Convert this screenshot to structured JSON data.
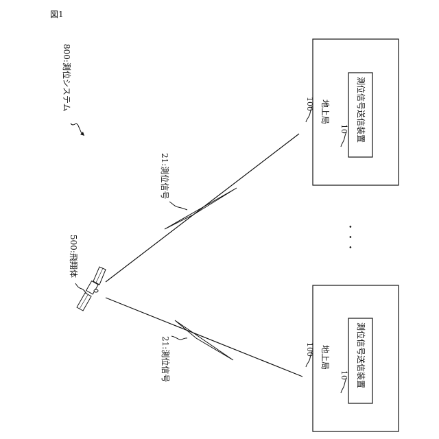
{
  "figure_label": "図1",
  "system_label": "800:測位システム",
  "satellite_label": "500:飛翔体",
  "signal_label_top": "21:測位信号",
  "signal_label_bottom": "21:測位信号",
  "stations": [
    {
      "ref": "100",
      "name": "地上局",
      "device_ref": "10",
      "device_name": "測位信号送信装置"
    },
    {
      "ref": "100",
      "name": "地上局",
      "device_ref": "10",
      "device_name": "測位信号送信装置"
    }
  ],
  "ellipsis": "・・・"
}
